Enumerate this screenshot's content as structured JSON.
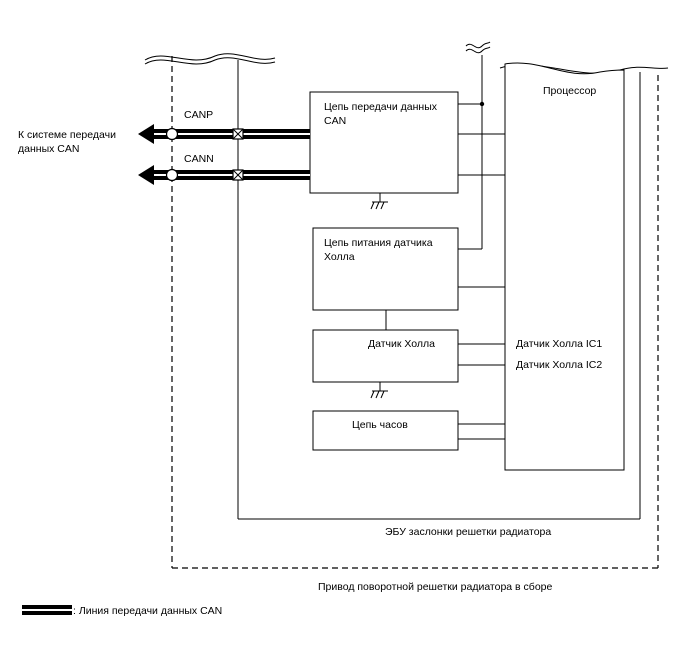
{
  "blocks": {
    "can_circuit": [
      "Цепь передачи данных",
      "CAN"
    ],
    "hall_power": [
      "Цепь питания датчика",
      "Холла"
    ],
    "hall_sensor": "Датчик Холла",
    "clock": "Цепь часов",
    "processor": "Процессор"
  },
  "signals": {
    "canp": "CANP",
    "cann": "CANN",
    "hall_ic1": "Датчик Холла IC1",
    "hall_ic2": "Датчик Холла IC2"
  },
  "external": [
    "К системе передачи",
    "данных CAN"
  ],
  "ecu_label": "ЭБУ заслонки решетки радиатора",
  "assembly_label": "Привод поворотной решетки радиатора в сборе",
  "legend": ": Линия передачи данных CAN"
}
